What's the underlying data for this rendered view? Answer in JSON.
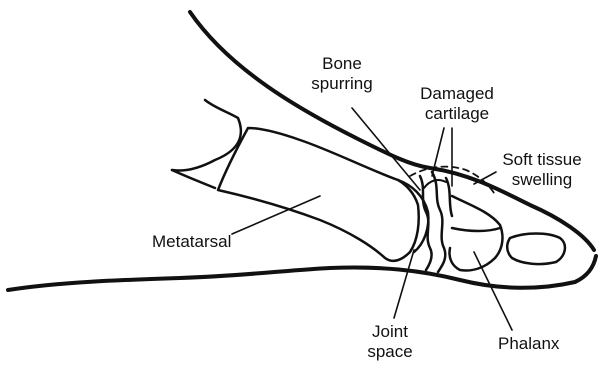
{
  "diagram": {
    "labels": {
      "bone_spurring": [
        "Bone",
        "spurring"
      ],
      "damaged_cartilage": [
        "Damaged",
        "cartilage"
      ],
      "soft_tissue_swelling": [
        "Soft tissue",
        "swelling"
      ],
      "metatarsal": "Metatarsal",
      "joint_space": [
        "Joint",
        "space"
      ],
      "phalanx": "Phalanx"
    },
    "colors": {
      "ink": "#111111",
      "background": "#ffffff"
    }
  }
}
